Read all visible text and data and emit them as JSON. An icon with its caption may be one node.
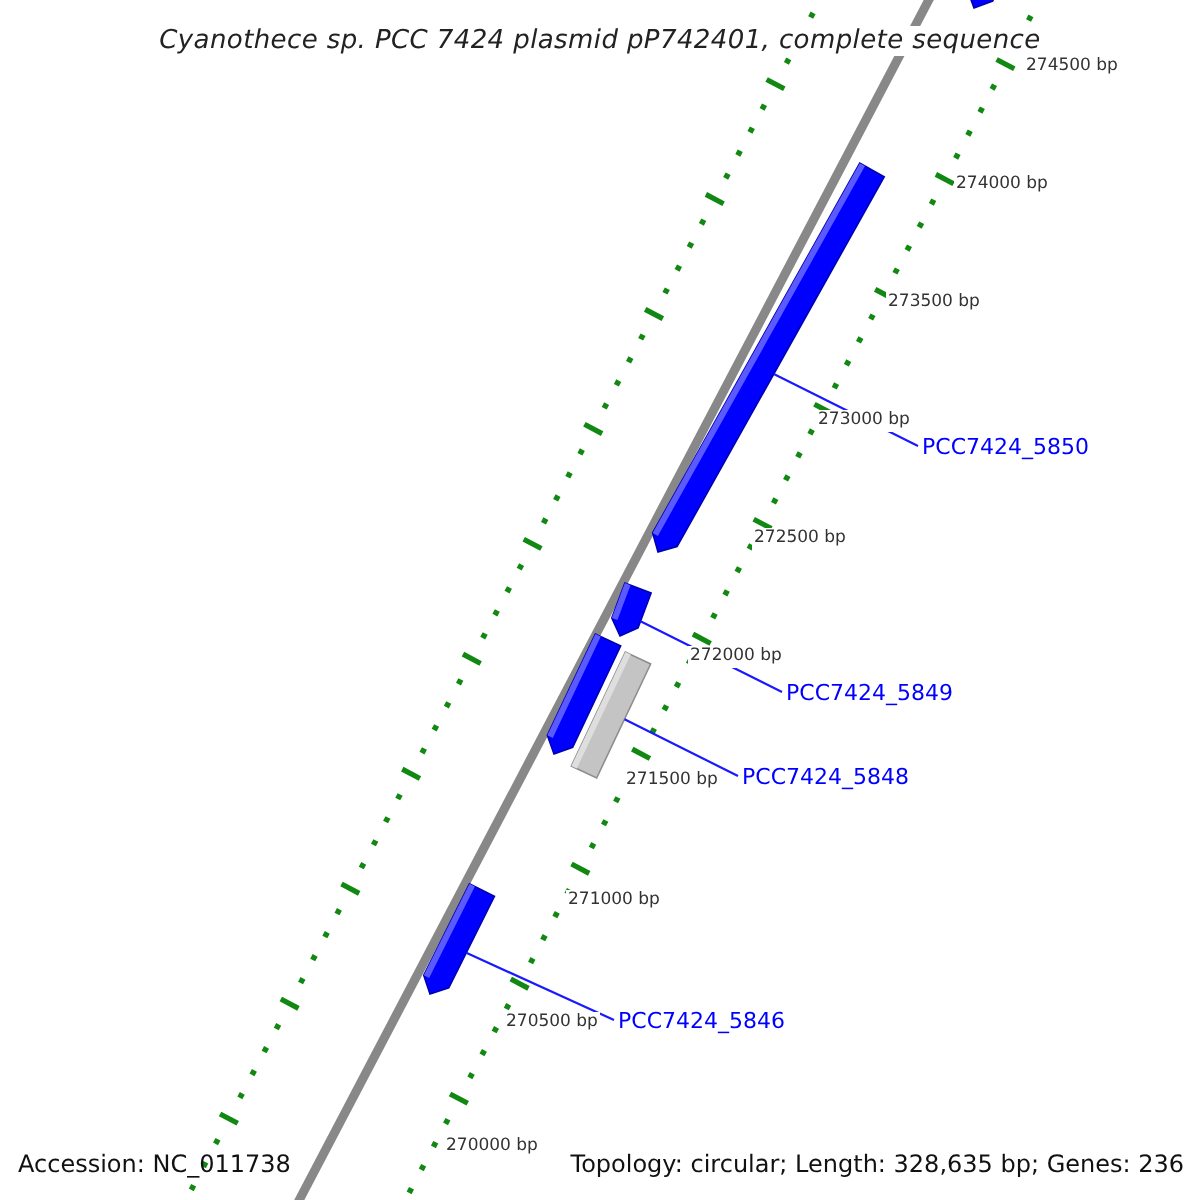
{
  "diagram": {
    "title": "Cyanothece sp. PCC 7424 plasmid pP742401, complete sequence",
    "nodes": [
      {
        "text": [],
        "shape": "bar"
      },
      {
        "text": [],
        "shape": "bar"
      },
      {
        "text": [
          "PCC7424_5850"
        ]
      },
      {
        "text": [],
        "shape": "bar"
      },
      {
        "text": [],
        "shape": "bar"
      },
      {
        "text": [],
        "shape": "bar"
      },
      {
        "text": [
          "PCC7424_5849"
        ]
      },
      {
        "text": [
          "PCC7424_5848"
        ]
      },
      {
        "text": [],
        "shape": "bar"
      },
      {
        "text": [
          "PCC7424_5846"
        ]
      }
    ],
    "edges": [
      {
        "from": 2,
        "to": 1,
        "arrow": "none"
      },
      {
        "from": 6,
        "to": 3,
        "arrow": "none"
      },
      {
        "from": 7,
        "to": 5,
        "arrow": "none"
      },
      {
        "from": 9,
        "to": 8,
        "arrow": "none"
      }
    ],
    "labels": [
      "274500 bp",
      "274000 bp",
      "273500 bp",
      "273000 bp",
      "272500 bp",
      "272000 bp",
      "271500 bp",
      "271000 bp",
      "270500 bp",
      "270000 bp",
      "Accession: NC_011738",
      "Topology: circular; Length: 328,635 bp; Genes: 236"
    ]
  }
}
